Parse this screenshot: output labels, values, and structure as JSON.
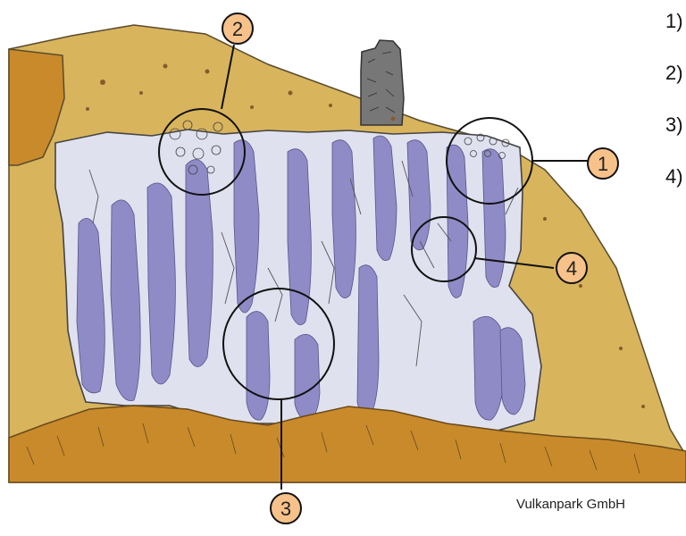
{
  "callouts": [
    {
      "label": "1"
    },
    {
      "label": "2"
    },
    {
      "label": "3"
    },
    {
      "label": "4"
    }
  ],
  "side_list": [
    "1)",
    "2)",
    "3)",
    "4)"
  ],
  "credit": "Vulkanpark GmbH",
  "colors": {
    "slope_yellow": "#d8b45c",
    "soil_orange": "#c98a2c",
    "rock_light": "#dfe1ef",
    "rock_purple": "#8f8bc6",
    "tower_gray": "#777777",
    "badge_fill": "#f7c28a"
  }
}
